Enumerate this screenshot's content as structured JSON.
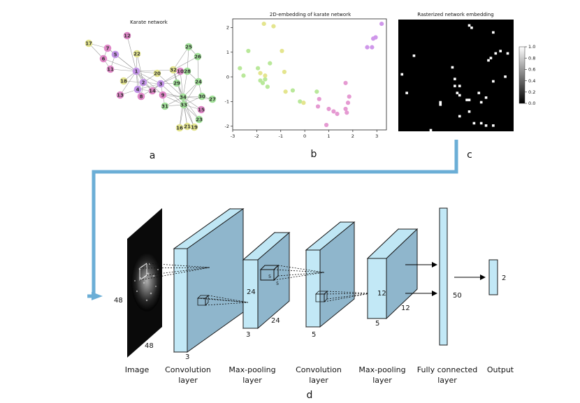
{
  "panel_a": {
    "title": "Karate network",
    "letter": "a",
    "colors": {
      "purple": "#c495e8",
      "pink": "#e088c8",
      "yellow": "#e4e58e",
      "green": "#a3e39a",
      "edge": "#9a9a9a"
    },
    "nodes": [
      {
        "id": "12",
        "g": "pink"
      },
      {
        "id": "17",
        "g": "yellow"
      },
      {
        "id": "7",
        "g": "pink"
      },
      {
        "id": "5",
        "g": "purple"
      },
      {
        "id": "6",
        "g": "pink"
      },
      {
        "id": "22",
        "g": "yellow"
      },
      {
        "id": "11",
        "g": "pink"
      },
      {
        "id": "1",
        "g": "purple"
      },
      {
        "id": "20",
        "g": "yellow"
      },
      {
        "id": "18",
        "g": "yellow"
      },
      {
        "id": "2",
        "g": "purple"
      },
      {
        "id": "3",
        "g": "purple"
      },
      {
        "id": "4",
        "g": "purple"
      },
      {
        "id": "13",
        "g": "pink"
      },
      {
        "id": "8",
        "g": "pink"
      },
      {
        "id": "14",
        "g": "pink"
      },
      {
        "id": "9",
        "g": "pink"
      },
      {
        "id": "25",
        "g": "green"
      },
      {
        "id": "26",
        "g": "green"
      },
      {
        "id": "32",
        "g": "yellow"
      },
      {
        "id": "10",
        "g": "pink"
      },
      {
        "id": "28",
        "g": "green"
      },
      {
        "id": "29",
        "g": "green"
      },
      {
        "id": "24",
        "g": "green"
      },
      {
        "id": "34",
        "g": "green"
      },
      {
        "id": "30",
        "g": "green"
      },
      {
        "id": "27",
        "g": "green"
      },
      {
        "id": "33",
        "g": "green"
      },
      {
        "id": "31",
        "g": "green"
      },
      {
        "id": "15",
        "g": "pink"
      },
      {
        "id": "23",
        "g": "green"
      },
      {
        "id": "16",
        "g": "yellow"
      },
      {
        "id": "21",
        "g": "yellow"
      },
      {
        "id": "19",
        "g": "yellow"
      }
    ],
    "edges": [
      [
        "1",
        "2"
      ],
      [
        "1",
        "3"
      ],
      [
        "1",
        "4"
      ],
      [
        "1",
        "5"
      ],
      [
        "1",
        "6"
      ],
      [
        "1",
        "7"
      ],
      [
        "1",
        "8"
      ],
      [
        "1",
        "9"
      ],
      [
        "1",
        "11"
      ],
      [
        "1",
        "12"
      ],
      [
        "1",
        "13"
      ],
      [
        "1",
        "14"
      ],
      [
        "1",
        "18"
      ],
      [
        "1",
        "20"
      ],
      [
        "1",
        "22"
      ],
      [
        "1",
        "32"
      ],
      [
        "2",
        "3"
      ],
      [
        "2",
        "4"
      ],
      [
        "2",
        "8"
      ],
      [
        "2",
        "14"
      ],
      [
        "2",
        "18"
      ],
      [
        "2",
        "20"
      ],
      [
        "2",
        "22"
      ],
      [
        "3",
        "4"
      ],
      [
        "3",
        "8"
      ],
      [
        "3",
        "9"
      ],
      [
        "3",
        "10"
      ],
      [
        "3",
        "14"
      ],
      [
        "3",
        "28"
      ],
      [
        "3",
        "29"
      ],
      [
        "3",
        "33"
      ],
      [
        "4",
        "8"
      ],
      [
        "4",
        "13"
      ],
      [
        "4",
        "14"
      ],
      [
        "5",
        "7"
      ],
      [
        "5",
        "11"
      ],
      [
        "6",
        "7"
      ],
      [
        "6",
        "11"
      ],
      [
        "6",
        "17"
      ],
      [
        "7",
        "17"
      ],
      [
        "9",
        "31"
      ],
      [
        "9",
        "33"
      ],
      [
        "9",
        "34"
      ],
      [
        "10",
        "34"
      ],
      [
        "14",
        "34"
      ],
      [
        "15",
        "33"
      ],
      [
        "15",
        "34"
      ],
      [
        "16",
        "33"
      ],
      [
        "16",
        "34"
      ],
      [
        "19",
        "33"
      ],
      [
        "19",
        "34"
      ],
      [
        "20",
        "34"
      ],
      [
        "21",
        "33"
      ],
      [
        "21",
        "34"
      ],
      [
        "23",
        "33"
      ],
      [
        "23",
        "34"
      ],
      [
        "24",
        "26"
      ],
      [
        "24",
        "28"
      ],
      [
        "24",
        "30"
      ],
      [
        "24",
        "33"
      ],
      [
        "24",
        "34"
      ],
      [
        "25",
        "26"
      ],
      [
        "25",
        "28"
      ],
      [
        "25",
        "32"
      ],
      [
        "26",
        "32"
      ],
      [
        "27",
        "30"
      ],
      [
        "27",
        "34"
      ],
      [
        "28",
        "34"
      ],
      [
        "29",
        "32"
      ],
      [
        "29",
        "34"
      ],
      [
        "30",
        "33"
      ],
      [
        "30",
        "34"
      ],
      [
        "31",
        "33"
      ],
      [
        "31",
        "34"
      ],
      [
        "32",
        "33"
      ],
      [
        "32",
        "34"
      ],
      [
        "33",
        "34"
      ]
    ]
  },
  "panel_b": {
    "letter": "b",
    "chart_data": {
      "type": "scatter",
      "title": "2D-embedding of karate network",
      "xlabel": "",
      "ylabel": "",
      "xlim": [
        -3,
        3.4
      ],
      "ylim": [
        -2.15,
        2.35
      ],
      "xticks": [
        "-3",
        "-2",
        "-1",
        "0",
        "1",
        "2",
        "3"
      ],
      "yticks": [
        "2",
        "1",
        "0",
        "-1",
        "-2"
      ],
      "xtick_values": [
        -3,
        -2,
        -1,
        0,
        1,
        2,
        3
      ],
      "ytick_values": [
        2,
        1,
        0,
        -1,
        -2
      ],
      "grid": false,
      "series": [
        {
          "color": "#b9e89a",
          "points": [
            [
              -2.35,
              1.05
            ],
            [
              -2.7,
              0.35
            ],
            [
              -2.55,
              0.05
            ],
            [
              -1.95,
              0.35
            ],
            [
              -1.85,
              -0.15
            ],
            [
              -1.75,
              -0.25
            ],
            [
              -1.65,
              -0.1
            ],
            [
              -1.55,
              -0.4
            ],
            [
              -1.45,
              0.55
            ],
            [
              -0.5,
              -0.55
            ],
            [
              -0.2,
              -1.0
            ],
            [
              0.5,
              -0.6
            ]
          ]
        },
        {
          "color": "#e4e58e",
          "points": [
            [
              -1.7,
              2.15
            ],
            [
              -1.3,
              2.05
            ],
            [
              -1.65,
              0.05
            ],
            [
              -1.85,
              0.15
            ],
            [
              -0.95,
              1.05
            ],
            [
              -0.85,
              0.2
            ],
            [
              -0.8,
              -0.6
            ],
            [
              -0.05,
              -1.05
            ]
          ]
        },
        {
          "color": "#e59ad2",
          "points": [
            [
              0.9,
              -1.95
            ],
            [
              1.0,
              -1.3
            ],
            [
              1.2,
              -1.4
            ],
            [
              1.35,
              -1.5
            ],
            [
              1.7,
              -1.3
            ],
            [
              1.75,
              -1.45
            ],
            [
              1.8,
              -1.05
            ],
            [
              1.85,
              -0.8
            ],
            [
              1.7,
              -0.25
            ],
            [
              0.6,
              -0.9
            ],
            [
              0.55,
              -1.2
            ]
          ]
        },
        {
          "color": "#cf97ea",
          "points": [
            [
              2.6,
              1.2
            ],
            [
              2.8,
              1.2
            ],
            [
              2.85,
              1.55
            ],
            [
              2.95,
              1.6
            ],
            [
              3.2,
              2.15
            ]
          ]
        }
      ]
    }
  },
  "panel_c": {
    "letter": "c",
    "title": "Rasterized network embedding",
    "colorbar_ticks": [
      "1.0",
      "0.8",
      "0.6",
      "0.4",
      "0.2",
      "0.0"
    ],
    "colorbar_tick_values": [
      1.0,
      0.8,
      0.6,
      0.4,
      0.2,
      0.0
    ],
    "pixels": [
      [
        29,
        2
      ],
      [
        39,
        5
      ],
      [
        44,
        24
      ],
      [
        42,
        13
      ],
      [
        40,
        14
      ],
      [
        45,
        14
      ],
      [
        6,
        15
      ],
      [
        37,
        17
      ],
      [
        38,
        16
      ],
      [
        1,
        23
      ],
      [
        3,
        31
      ],
      [
        23,
        25
      ],
      [
        23,
        28
      ],
      [
        24,
        31
      ],
      [
        25,
        32
      ],
      [
        33,
        31
      ],
      [
        36,
        33
      ],
      [
        34,
        35
      ],
      [
        28,
        34
      ],
      [
        29,
        34
      ],
      [
        17,
        35
      ],
      [
        29,
        39
      ],
      [
        25,
        41
      ],
      [
        34,
        44
      ],
      [
        31,
        44
      ],
      [
        36,
        45
      ],
      [
        39,
        45
      ],
      [
        39,
        26
      ],
      [
        22,
        20
      ],
      [
        25,
        28
      ],
      [
        13,
        47
      ],
      [
        17,
        36
      ],
      [
        30,
        3
      ]
    ]
  },
  "panel_d": {
    "letter": "d",
    "arrow_color": "#6baed6",
    "input_dims": {
      "h": "48",
      "w": "48"
    },
    "conv1_depth": "3",
    "pool1": {
      "h": "24",
      "w": "24",
      "d": "3",
      "kernel": "5",
      "kernel2": "5"
    },
    "conv2_depth": "5",
    "pool2": {
      "h": "12",
      "w": "12",
      "d": "5"
    },
    "fc_units": "50",
    "output_units": "2",
    "labels": {
      "image": "Image",
      "conv1_a": "Convolution",
      "conv1_b": "layer",
      "pool1_a": "Max-pooling",
      "pool1_b": "layer",
      "conv2_a": "Convolution",
      "conv2_b": "layer",
      "pool2_a": "Max-pooling",
      "pool2_b": "layer",
      "fc_a": "Fully connected",
      "fc_b": "layer",
      "output": "Output"
    }
  }
}
